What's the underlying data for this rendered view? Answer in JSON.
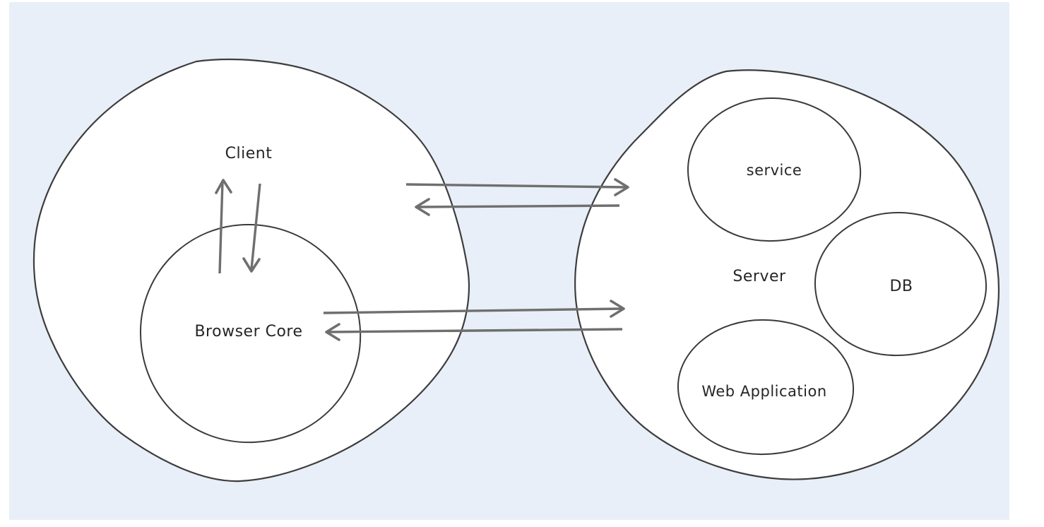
{
  "diagram": {
    "type": "hand-drawn client-server architecture diagram",
    "colors": {
      "page_background": "#ffffff",
      "canvas_background": "#e9eff8",
      "shape_fill": "#ffffff",
      "shape_outline": "#3d3d3d",
      "arrow_color": "#6f6f6f",
      "text_color": "#262626"
    },
    "nodes": {
      "client": {
        "label": "Client"
      },
      "browser_core": {
        "label": "Browser Core"
      },
      "server": {
        "label": "Server"
      },
      "service": {
        "label": "service"
      },
      "db": {
        "label": "DB"
      },
      "web_application": {
        "label": "Web Application"
      }
    },
    "connections": [
      {
        "from": "Client",
        "to": "Server",
        "style": "arrow-right"
      },
      {
        "from": "Server",
        "to": "Client",
        "style": "arrow-left"
      },
      {
        "from": "Browser Core",
        "to": "Server",
        "style": "arrow-right"
      },
      {
        "from": "Server",
        "to": "Browser Core",
        "style": "arrow-left"
      },
      {
        "from": "Browser Core",
        "to": "Client",
        "style": "arrow-up"
      },
      {
        "from": "Client",
        "to": "Browser Core",
        "style": "arrow-down"
      }
    ]
  }
}
